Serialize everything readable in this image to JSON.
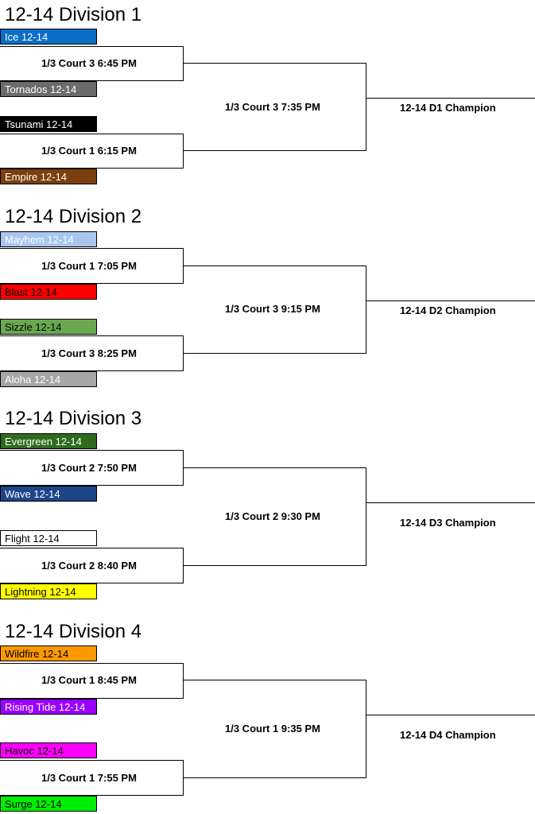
{
  "colors": {
    "line": "#000000"
  },
  "divisions": [
    {
      "title": "12-14 Division 1",
      "teams": [
        {
          "name": "Ice 12-14",
          "bg": "#0b6fc6",
          "fg": "#ffffff"
        },
        {
          "name": "Tornados 12-14",
          "bg": "#6b6b6b",
          "fg": "#ffffff"
        },
        {
          "name": "Tsunami 12-14",
          "bg": "#000000",
          "fg": "#ffffff"
        },
        {
          "name": "Empire 12-14",
          "bg": "#7a3f0c",
          "fg": "#ffffff"
        }
      ],
      "games": [
        "1/3 Court 3 6:45 PM",
        "1/3 Court 1 6:15 PM"
      ],
      "final": "1/3 Court 3 7:35 PM",
      "champion": "12-14 D1 Champion"
    },
    {
      "title": "12-14 Division 2",
      "teams": [
        {
          "name": "Mayhem 12-14",
          "bg": "#a8c6f0",
          "fg": "#ffffff"
        },
        {
          "name": "Blast 12-14",
          "bg": "#ff0000",
          "fg": "#000000"
        },
        {
          "name": "Sizzle 12-14",
          "bg": "#6aa84f",
          "fg": "#000000"
        },
        {
          "name": "Aloha 12-14",
          "bg": "#a6a6a6",
          "fg": "#ffffff"
        }
      ],
      "games": [
        "1/3 Court 1 7:05 PM",
        "1/3 Court 3 8:25 PM"
      ],
      "final": "1/3 Court 3 9:15 PM",
      "champion": "12-14 D2 Champion"
    },
    {
      "title": "12-14 Division 3",
      "teams": [
        {
          "name": "Evergreen 12-14",
          "bg": "#2e6b1e",
          "fg": "#ffffff"
        },
        {
          "name": "Wave 12-14",
          "bg": "#1c4587",
          "fg": "#ffffff"
        },
        {
          "name": "Flight 12-14",
          "bg": "#ffffff",
          "fg": "#000000"
        },
        {
          "name": "Lightning 12-14",
          "bg": "#ffff00",
          "fg": "#000000"
        }
      ],
      "games": [
        "1/3 Court 2 7:50 PM",
        "1/3 Court 2 8:40 PM"
      ],
      "final": "1/3 Court 2 9:30 PM",
      "champion": "12-14 D3 Champion"
    },
    {
      "title": "12-14 Division 4",
      "teams": [
        {
          "name": "Wildfire 12-14",
          "bg": "#ff9900",
          "fg": "#000000"
        },
        {
          "name": "Rising Tide 12-14",
          "bg": "#9900ff",
          "fg": "#ffffff"
        },
        {
          "name": "Havoc 12-14",
          "bg": "#ff00ff",
          "fg": "#000000"
        },
        {
          "name": "Surge 12-14",
          "bg": "#00ee00",
          "fg": "#000000"
        }
      ],
      "games": [
        "1/3 Court 1 8:45 PM",
        "1/3 Court 1 7:55 PM"
      ],
      "final": "1/3 Court 1 9:35 PM",
      "champion": "12-14 D4 Champion"
    }
  ]
}
